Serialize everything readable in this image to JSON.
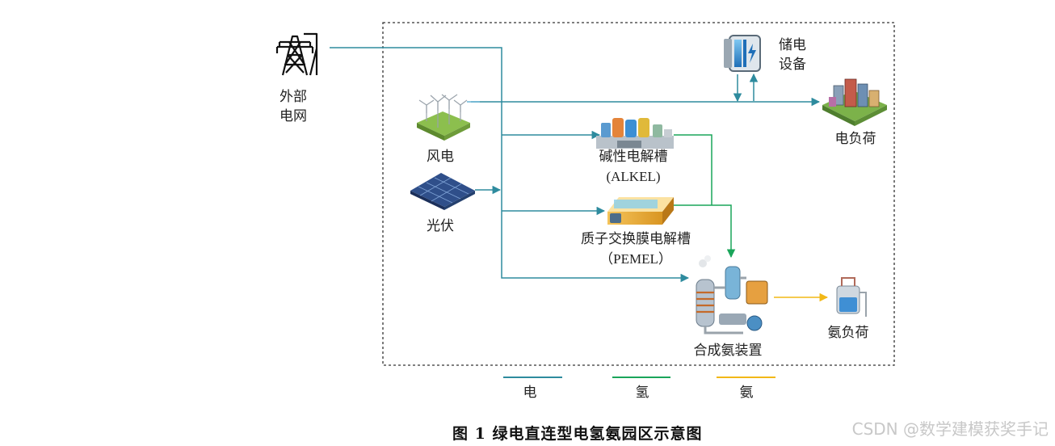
{
  "nodes": {
    "grid": "外部\n电网",
    "storage": "储电\n设备",
    "load": "电负荷",
    "wind": "风电",
    "pv": "光伏",
    "alkel_name": "碱性电解槽",
    "alkel_abbr": "(ALKEL)",
    "pemel_name": "质子交换膜电解槽",
    "pemel_abbr": "（PEMEL）",
    "synthesis": "合成氨装置",
    "ammonia_load": "氨负荷"
  },
  "legend": {
    "electricity": "电",
    "hydrogen": "氢",
    "ammonia": "氨"
  },
  "colors": {
    "electricity": "#2e8b9e",
    "hydrogen": "#1aa55a",
    "ammonia": "#f2b817"
  },
  "caption": "图 1    绿电直连型电氢氨园区示意图",
  "watermark": "CSDN @数学建模获奖手记"
}
